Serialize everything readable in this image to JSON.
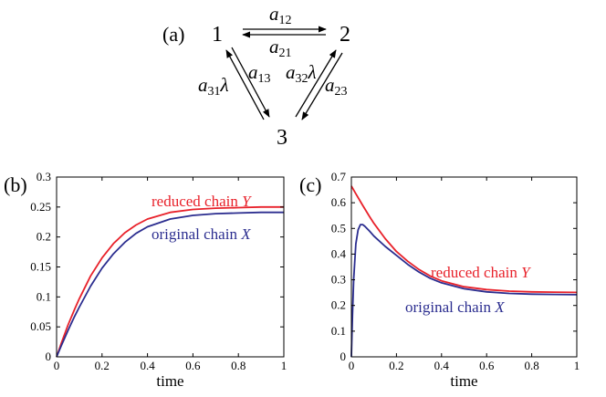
{
  "diagram": {
    "panel_label": "(a)",
    "nodes": [
      {
        "id": "node-1",
        "label": "1"
      },
      {
        "id": "node-2",
        "label": "2"
      },
      {
        "id": "node-3",
        "label": "3"
      }
    ],
    "edges": [
      {
        "from": "1",
        "to": "2",
        "base": "a",
        "sub": "12",
        "suffix": ""
      },
      {
        "from": "2",
        "to": "1",
        "base": "a",
        "sub": "21",
        "suffix": ""
      },
      {
        "from": "1",
        "to": "3",
        "base": "a",
        "sub": "13",
        "suffix": ""
      },
      {
        "from": "3",
        "to": "1",
        "base": "a",
        "sub": "31",
        "suffix": "λ"
      },
      {
        "from": "3",
        "to": "2",
        "base": "a",
        "sub": "32",
        "suffix": "λ"
      },
      {
        "from": "2",
        "to": "3",
        "base": "a",
        "sub": "23",
        "suffix": ""
      }
    ]
  },
  "chart_data": [
    {
      "panel_label": "(b)",
      "type": "line",
      "xlabel": "time",
      "ylabel": "",
      "xlim": [
        0,
        1
      ],
      "ylim": [
        0,
        0.3
      ],
      "xticks": [
        0,
        0.2,
        0.4,
        0.6,
        0.8,
        1
      ],
      "xtick_labels": [
        "0",
        "0.2",
        "0.4",
        "0.6",
        "0.8",
        "1"
      ],
      "yticks": [
        0,
        0.05,
        0.1,
        0.15,
        0.2,
        0.25,
        0.3
      ],
      "ytick_labels": [
        "0",
        "0.05",
        "0.1",
        "0.15",
        "0.2",
        "0.25",
        "0.3"
      ],
      "series": [
        {
          "name": "reduced chain Y",
          "label_text": "reduced chain ",
          "label_var": "Y",
          "color": "#e8212a",
          "x": [
            0,
            0.02,
            0.05,
            0.08,
            0.1,
            0.15,
            0.2,
            0.25,
            0.3,
            0.35,
            0.4,
            0.5,
            0.6,
            0.7,
            0.8,
            0.9,
            1.0
          ],
          "y": [
            0,
            0.022,
            0.053,
            0.08,
            0.097,
            0.135,
            0.165,
            0.189,
            0.207,
            0.22,
            0.23,
            0.241,
            0.246,
            0.248,
            0.249,
            0.25,
            0.25
          ]
        },
        {
          "name": "original chain X",
          "label_text": "original chain ",
          "label_var": "X",
          "color": "#2b2d8f",
          "x": [
            0,
            0.02,
            0.05,
            0.08,
            0.1,
            0.15,
            0.2,
            0.25,
            0.3,
            0.35,
            0.4,
            0.5,
            0.6,
            0.7,
            0.8,
            0.9,
            1.0
          ],
          "y": [
            0,
            0.018,
            0.044,
            0.068,
            0.083,
            0.118,
            0.148,
            0.172,
            0.191,
            0.206,
            0.217,
            0.23,
            0.236,
            0.239,
            0.24,
            0.241,
            0.241
          ]
        }
      ]
    },
    {
      "panel_label": "(c)",
      "type": "line",
      "xlabel": "time",
      "ylabel": "",
      "xlim": [
        0,
        1
      ],
      "ylim": [
        0,
        0.7
      ],
      "xticks": [
        0,
        0.2,
        0.4,
        0.6,
        0.8,
        1
      ],
      "xtick_labels": [
        "0",
        "0.2",
        "0.4",
        "0.6",
        "0.8",
        "1"
      ],
      "yticks": [
        0,
        0.1,
        0.2,
        0.3,
        0.4,
        0.5,
        0.6,
        0.7
      ],
      "ytick_labels": [
        "0",
        "0.1",
        "0.2",
        "0.3",
        "0.4",
        "0.5",
        "0.6",
        "0.7"
      ],
      "series": [
        {
          "name": "reduced chain Y",
          "label_text": "reduced chain ",
          "label_var": "Y",
          "color": "#e8212a",
          "x": [
            0,
            0.02,
            0.05,
            0.08,
            0.1,
            0.15,
            0.2,
            0.25,
            0.3,
            0.35,
            0.4,
            0.5,
            0.6,
            0.7,
            0.8,
            0.9,
            1.0
          ],
          "y": [
            0.665,
            0.635,
            0.59,
            0.547,
            0.52,
            0.46,
            0.41,
            0.372,
            0.34,
            0.315,
            0.296,
            0.273,
            0.262,
            0.256,
            0.253,
            0.252,
            0.251
          ]
        },
        {
          "name": "original chain X",
          "label_text": "original chain ",
          "label_var": "X",
          "color": "#2b2d8f",
          "x": [
            0,
            0.005,
            0.01,
            0.02,
            0.03,
            0.04,
            0.05,
            0.06,
            0.08,
            0.1,
            0.15,
            0.2,
            0.25,
            0.3,
            0.35,
            0.4,
            0.5,
            0.6,
            0.7,
            0.8,
            0.9,
            1.0
          ],
          "y": [
            0,
            0.16,
            0.3,
            0.44,
            0.495,
            0.515,
            0.515,
            0.508,
            0.49,
            0.47,
            0.43,
            0.395,
            0.36,
            0.33,
            0.306,
            0.288,
            0.265,
            0.253,
            0.247,
            0.244,
            0.243,
            0.242
          ]
        }
      ]
    }
  ]
}
